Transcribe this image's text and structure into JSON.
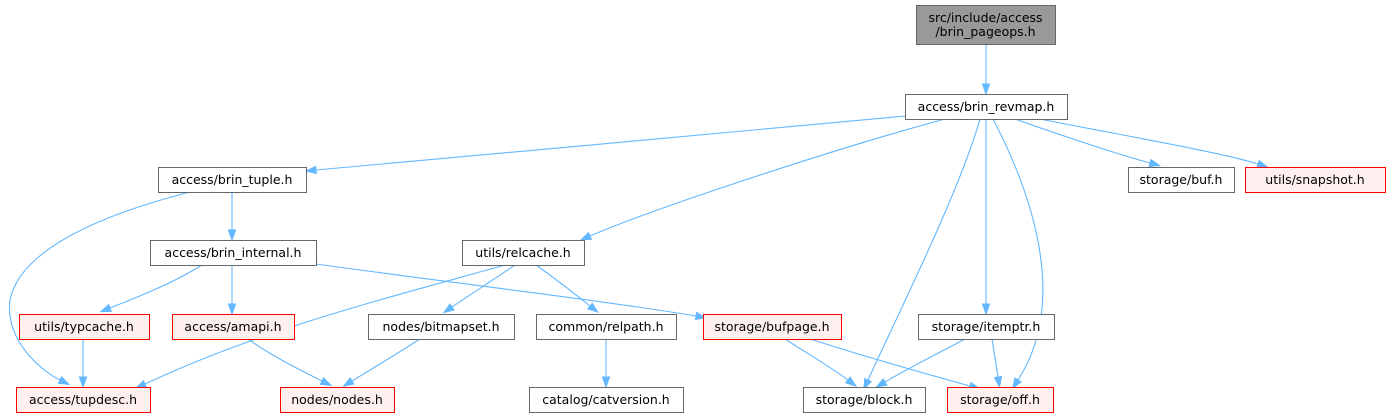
{
  "colors": {
    "normal_border": "#666666",
    "normal_fill": "#ffffff",
    "root_fill": "#999999",
    "root_border": "#666666",
    "missing_border": "#ff0000",
    "missing_fill": "#fff0f0",
    "edge": "#63b8ff"
  },
  "nodes": [
    {
      "id": "root",
      "lines": [
        "src/include/access",
        "/brin_pageops.h"
      ],
      "kind": "root",
      "interactable": false
    },
    {
      "id": "revmap",
      "lines": [
        "access/brin_revmap.h"
      ],
      "kind": "normal",
      "interactable": true
    },
    {
      "id": "brin_tuple",
      "lines": [
        "access/brin_tuple.h"
      ],
      "kind": "normal",
      "interactable": true
    },
    {
      "id": "buf",
      "lines": [
        "storage/buf.h"
      ],
      "kind": "normal",
      "interactable": true
    },
    {
      "id": "snapshot",
      "lines": [
        "utils/snapshot.h"
      ],
      "kind": "missing",
      "interactable": true
    },
    {
      "id": "brin_internal",
      "lines": [
        "access/brin_internal.h"
      ],
      "kind": "normal",
      "interactable": true
    },
    {
      "id": "relcache",
      "lines": [
        "utils/relcache.h"
      ],
      "kind": "normal",
      "interactable": true
    },
    {
      "id": "typcache",
      "lines": [
        "utils/typcache.h"
      ],
      "kind": "missing",
      "interactable": true
    },
    {
      "id": "amapi",
      "lines": [
        "access/amapi.h"
      ],
      "kind": "missing",
      "interactable": true
    },
    {
      "id": "bitmapset",
      "lines": [
        "nodes/bitmapset.h"
      ],
      "kind": "normal",
      "interactable": true
    },
    {
      "id": "relpath",
      "lines": [
        "common/relpath.h"
      ],
      "kind": "normal",
      "interactable": true
    },
    {
      "id": "bufpage",
      "lines": [
        "storage/bufpage.h"
      ],
      "kind": "missing",
      "interactable": true
    },
    {
      "id": "itemptr",
      "lines": [
        "storage/itemptr.h"
      ],
      "kind": "normal",
      "interactable": true
    },
    {
      "id": "tupdesc",
      "lines": [
        "access/tupdesc.h"
      ],
      "kind": "missing",
      "interactable": true
    },
    {
      "id": "nodes",
      "lines": [
        "nodes/nodes.h"
      ],
      "kind": "missing",
      "interactable": true
    },
    {
      "id": "catversion",
      "lines": [
        "catalog/catversion.h"
      ],
      "kind": "normal",
      "interactable": true
    },
    {
      "id": "block",
      "lines": [
        "storage/block.h"
      ],
      "kind": "normal",
      "interactable": true
    },
    {
      "id": "off",
      "lines": [
        "storage/off.h"
      ],
      "kind": "missing",
      "interactable": true
    }
  ],
  "edges": [
    [
      "root",
      "revmap"
    ],
    [
      "revmap",
      "brin_tuple"
    ],
    [
      "revmap",
      "relcache"
    ],
    [
      "revmap",
      "block"
    ],
    [
      "revmap",
      "itemptr"
    ],
    [
      "revmap",
      "off"
    ],
    [
      "revmap",
      "buf"
    ],
    [
      "revmap",
      "snapshot"
    ],
    [
      "brin_tuple",
      "brin_internal"
    ],
    [
      "brin_tuple",
      "tupdesc"
    ],
    [
      "brin_internal",
      "typcache"
    ],
    [
      "brin_internal",
      "amapi"
    ],
    [
      "brin_internal",
      "bufpage"
    ],
    [
      "relcache",
      "tupdesc"
    ],
    [
      "relcache",
      "bitmapset"
    ],
    [
      "relcache",
      "relpath"
    ],
    [
      "typcache",
      "tupdesc"
    ],
    [
      "amapi",
      "nodes"
    ],
    [
      "bitmapset",
      "nodes"
    ],
    [
      "relpath",
      "catversion"
    ],
    [
      "bufpage",
      "block"
    ],
    [
      "bufpage",
      "off"
    ],
    [
      "itemptr",
      "block"
    ],
    [
      "itemptr",
      "off"
    ]
  ]
}
